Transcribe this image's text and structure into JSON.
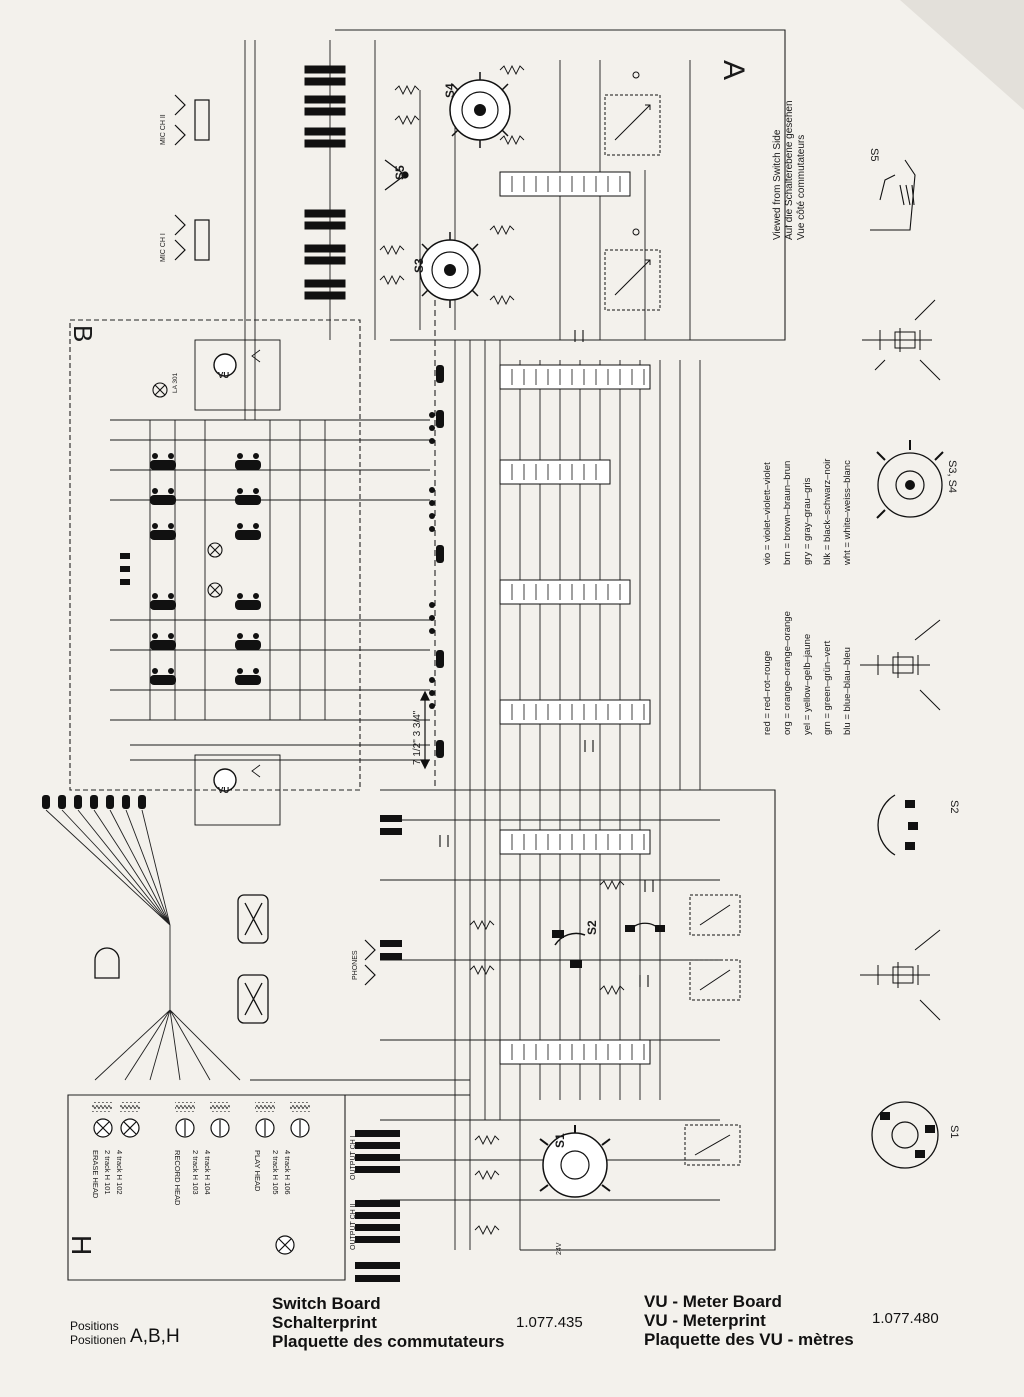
{
  "sections": {
    "a": "A",
    "b": "B",
    "h": "H"
  },
  "switches": {
    "s1": "S1",
    "s2": "S2",
    "s3": "S3",
    "s4": "S4",
    "s5": "S5",
    "s34_detail": "S3, S4"
  },
  "meters": {
    "vu": "VU"
  },
  "viewed_note": [
    "Viewed from Switch Side",
    "Auf die Schalterebene gesehen",
    "Vue côté commutateurs"
  ],
  "color_codes": [
    "red = red–rot–rouge",
    "org = orange–orange–orange",
    "yel = yellow–gelb–jaune",
    "grn = green–grün–vert",
    "blu = blue–blau–bleu",
    "vio = violet–violett–violet",
    "brn = brown–braun–brun",
    "gry = gray–grau–gris",
    "blk = black–schwarz–noir",
    "wht = white–weiss–blanc"
  ],
  "heads": {
    "erase": [
      "ERASE HEAD",
      "2 track H 101",
      "4 track H 102"
    ],
    "record": [
      "RECORD HEAD",
      "2 track H 103",
      "4 track H 104"
    ],
    "play": [
      "PLAY HEAD",
      "2 track H 105",
      "4 track H 106"
    ]
  },
  "speed": "7 1/2\" 3 3/4\"",
  "labels": {
    "phones": "PHONES",
    "output_ch1": "OUTPUT CH I",
    "output_ch2": "OUTPUT CH II",
    "mic_ch1": "MIC CH I",
    "mic_ch2": "MIC CH II",
    "lamp": "LA 301",
    "voltage": "24V"
  },
  "footer": {
    "positions_en": "Positions",
    "positions_de": "Positionen",
    "positions_value": "A,B,H",
    "switch_board": [
      "Switch Board",
      "Schalterprint",
      "Plaquette des commutateurs"
    ],
    "switch_board_no": "1.077.435",
    "vu_board": [
      "VU - Meter Board",
      "VU - Meterprint",
      "Plaquette des VU - mètres"
    ],
    "vu_board_no": "1.077.480"
  }
}
